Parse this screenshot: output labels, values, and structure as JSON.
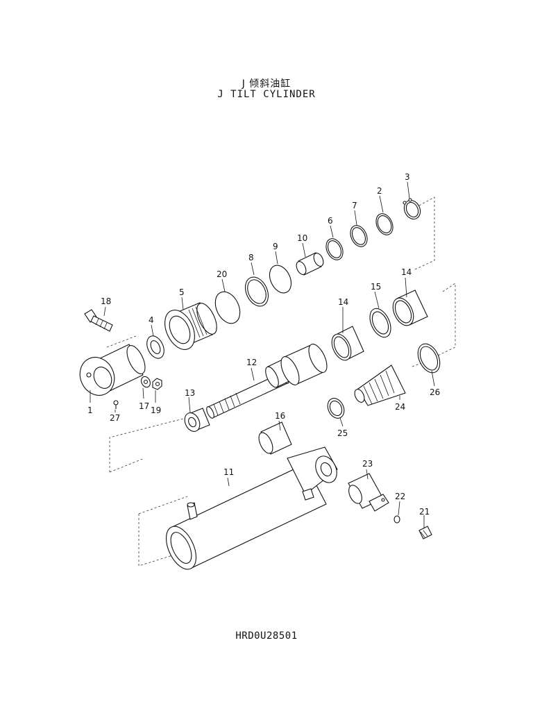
{
  "header": {
    "title_cn": "J 倾斜油缸",
    "title_en": "J TILT CYLINDER"
  },
  "footer": {
    "drawing_code": "HRD0U28501"
  },
  "callouts": {
    "c1": "1",
    "c2": "2",
    "c3": "3",
    "c4": "4",
    "c5": "5",
    "c6": "6",
    "c7": "7",
    "c8": "8",
    "c9": "9",
    "c10": "10",
    "c11": "11",
    "c12": "12",
    "c13": "13",
    "c14a": "14",
    "c14b": "14",
    "c15": "15",
    "c16": "16",
    "c17": "17",
    "c18": "18",
    "c19": "19",
    "c20": "20",
    "c21": "21",
    "c22": "22",
    "c23": "23",
    "c24": "24",
    "c25": "25",
    "c26": "26",
    "c27": "27"
  }
}
